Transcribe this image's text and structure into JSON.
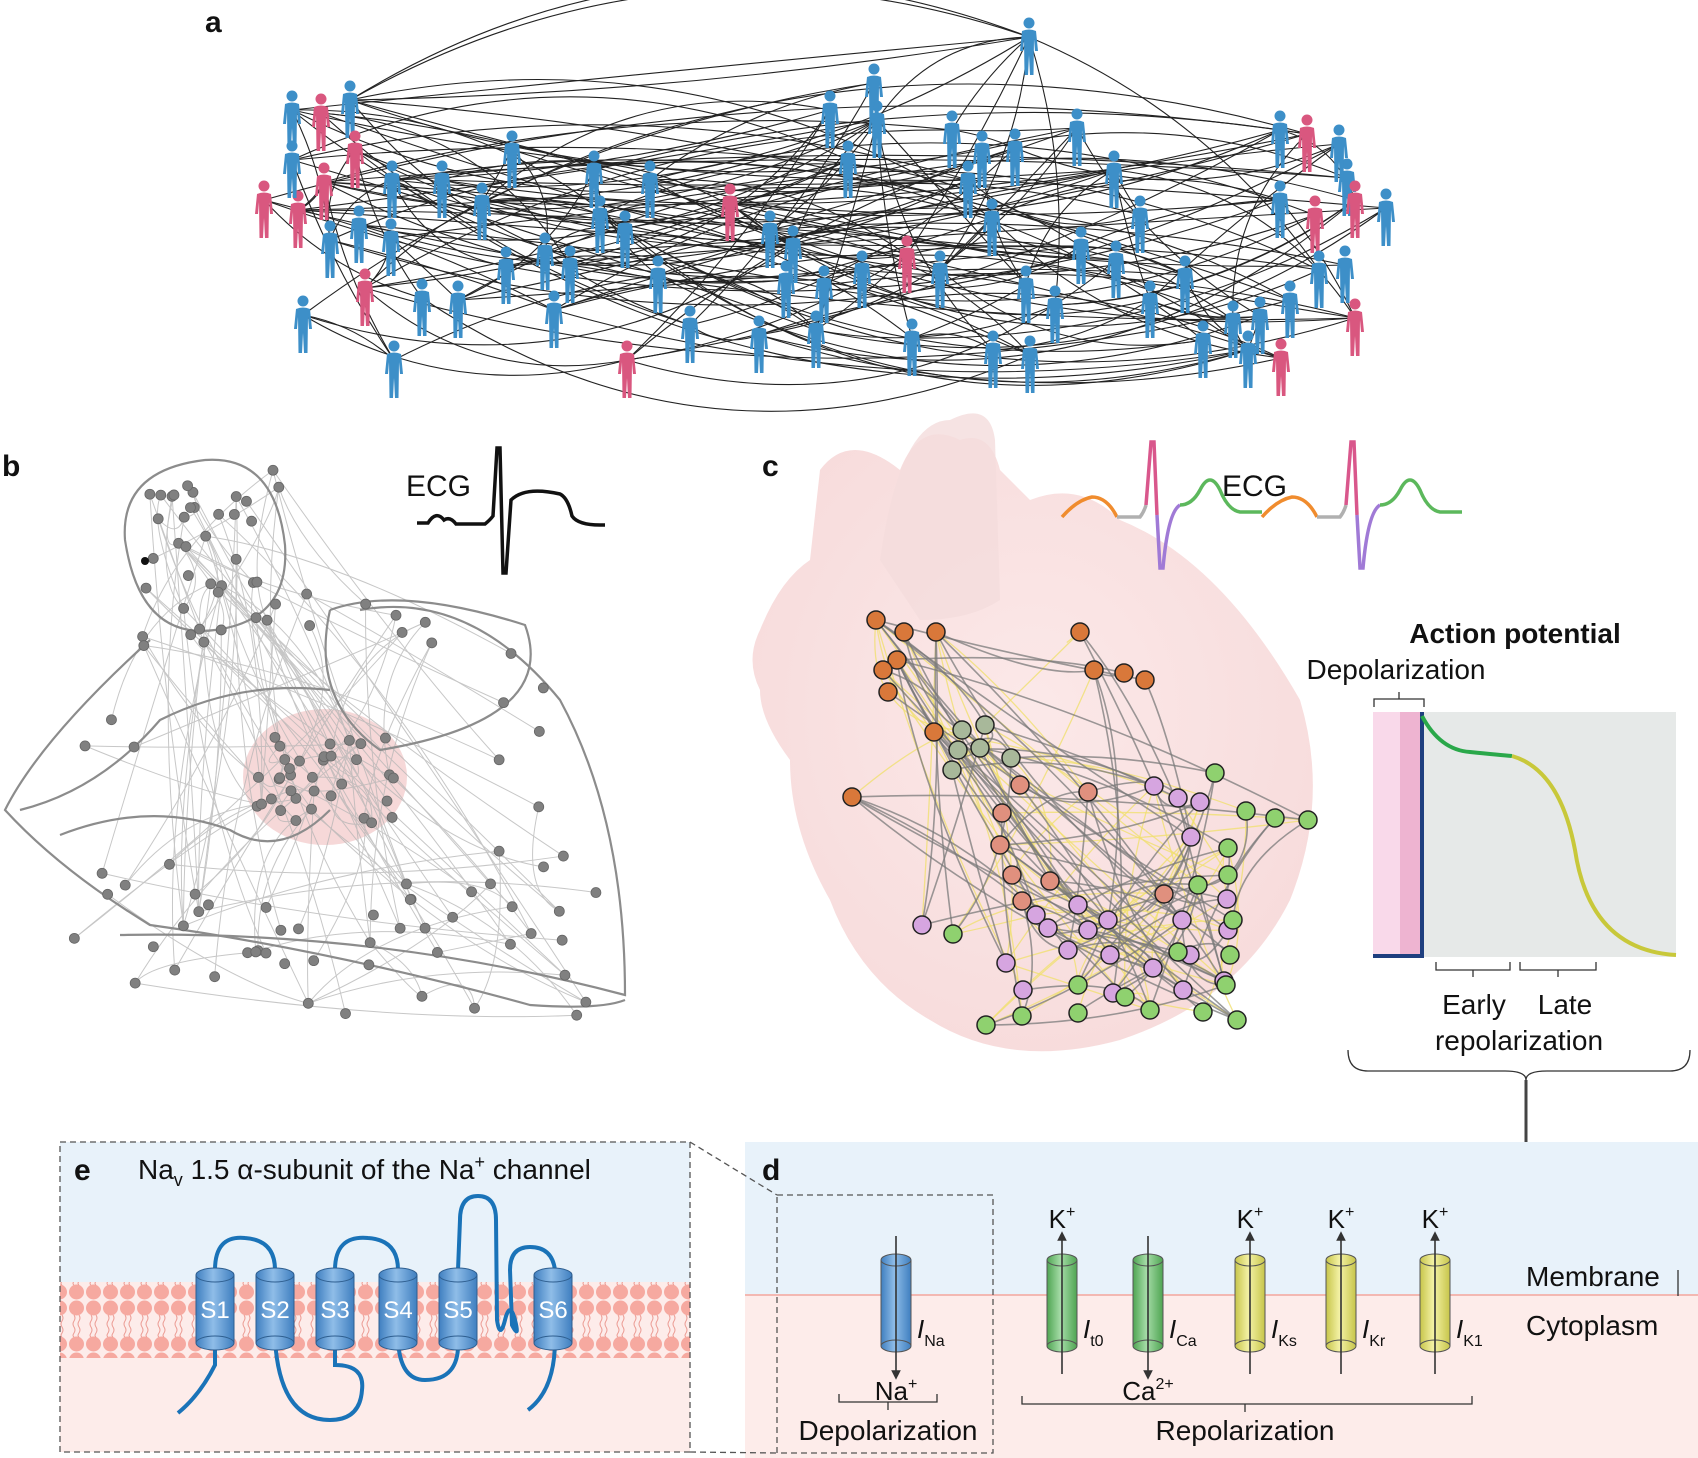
{
  "panels": {
    "a": {
      "letter": "a"
    },
    "b": {
      "letter": "b",
      "ecg_label": "ECG"
    },
    "c": {
      "letter": "c",
      "ecg_label": "ECG"
    },
    "d": {
      "letter": "d"
    },
    "e": {
      "letter": "e",
      "title_prefix": "Na",
      "title_sub": "v",
      "title_rest": " 1.5 α-subunit of the Na",
      "title_sup": "+",
      "title_end": " channel"
    }
  },
  "action_potential": {
    "title": "Action potential",
    "depolarization": "Depolarization",
    "early": "Early",
    "late": "Late",
    "repolarization": "repolarization"
  },
  "membrane": {
    "membrane_label": "Membrane",
    "cytoplasm_label": "Cytoplasm"
  },
  "segments": [
    "S1",
    "S2",
    "S3",
    "S4",
    "S5",
    "S6"
  ],
  "channels": [
    {
      "name": "I",
      "sub": "Na",
      "color": "#6fa3d8",
      "ion": "Na",
      "ion_sup": "+",
      "direction": "in"
    },
    {
      "name": "I",
      "sub": "t0",
      "color": "#7bc47f",
      "ion": "K",
      "ion_sup": "+",
      "direction": "out"
    },
    {
      "name": "I",
      "sub": "Ca",
      "color": "#7bc47f",
      "ion": "Ca",
      "ion_sup": "2+",
      "direction": "in"
    },
    {
      "name": "I",
      "sub": "Ks",
      "color": "#e6e37a",
      "ion": "K",
      "ion_sup": "+",
      "direction": "out"
    },
    {
      "name": "I",
      "sub": "Kr",
      "color": "#e6e37a",
      "ion": "K",
      "ion_sup": "+",
      "direction": "out"
    },
    {
      "name": "I",
      "sub": "K1",
      "color": "#e6e37a",
      "ion": "K",
      "ion_sup": "+",
      "direction": "out"
    }
  ],
  "bottom_labels": {
    "depolarization": "Depolarization",
    "repolarization": "Repolarization"
  },
  "colors": {
    "person_blue": "#3d8fc8",
    "person_pink": "#d9577f",
    "node_gray": "#808080",
    "node_orange": "#d9783a",
    "node_gray_green": "#a8b89a",
    "node_salmon": "#e0907e",
    "node_lilac": "#d6a5e0",
    "node_green": "#8fd16f",
    "ecg_orange": "#f08c2e",
    "ecg_pink": "#d9578c",
    "ecg_purple": "#a07ad6",
    "ecg_green": "#5cb85c",
    "ap_green": "#2aa84a",
    "ap_yellow": "#c8c83a",
    "ap_navy": "#1f3f7f",
    "segment_blue": "#5b94cc"
  }
}
